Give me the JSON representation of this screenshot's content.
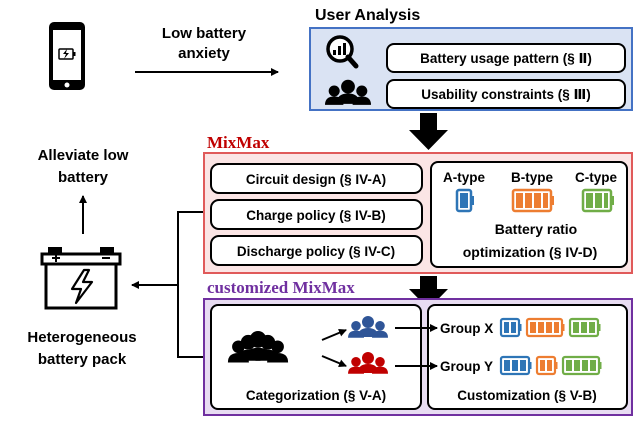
{
  "flow": {
    "low_battery_line1": "Low battery",
    "low_battery_line2": "anxiety",
    "alleviate_line1": "Alleviate low",
    "alleviate_line2": "battery",
    "hetero_line1": "Heterogeneous",
    "hetero_line2": "battery pack"
  },
  "user_analysis": {
    "title": "User Analysis",
    "items": [
      "Battery usage pattern (§ Ⅱ)",
      "Usability constraints (§ Ⅲ)"
    ]
  },
  "mixmax": {
    "title": "MixMax",
    "items": [
      "Circuit design (§ IV-A)",
      "Charge policy (§ IV-B)",
      "Discharge policy (§ IV-C)"
    ],
    "battery_types": [
      "A-type",
      "B-type",
      "C-type"
    ],
    "ratio_line1": "Battery ratio",
    "ratio_line2": "optimization (§ IV-D)"
  },
  "customized": {
    "title": "customized MixMax",
    "categorization": "Categorization (§  V-A)",
    "customization": "Customization (§  V-B)",
    "groups": [
      "Group X",
      "Group Y"
    ]
  },
  "colors": {
    "user_analysis_bg": "#dae3f3",
    "user_analysis_border": "#4472c4",
    "user_analysis_title": "#4472c4",
    "mixmax_bg": "#fbe5e5",
    "mixmax_border": "#e05a5a",
    "mixmax_title": "#c00000",
    "customized_bg": "#e8dcf2",
    "customized_border": "#7030a0",
    "customized_title": "#7030a0",
    "battery_a": "#2e75b6",
    "battery_b": "#ed7d31",
    "battery_c": "#70ad47",
    "group_x_people": "#2f5597",
    "group_y_people": "#c00000"
  }
}
